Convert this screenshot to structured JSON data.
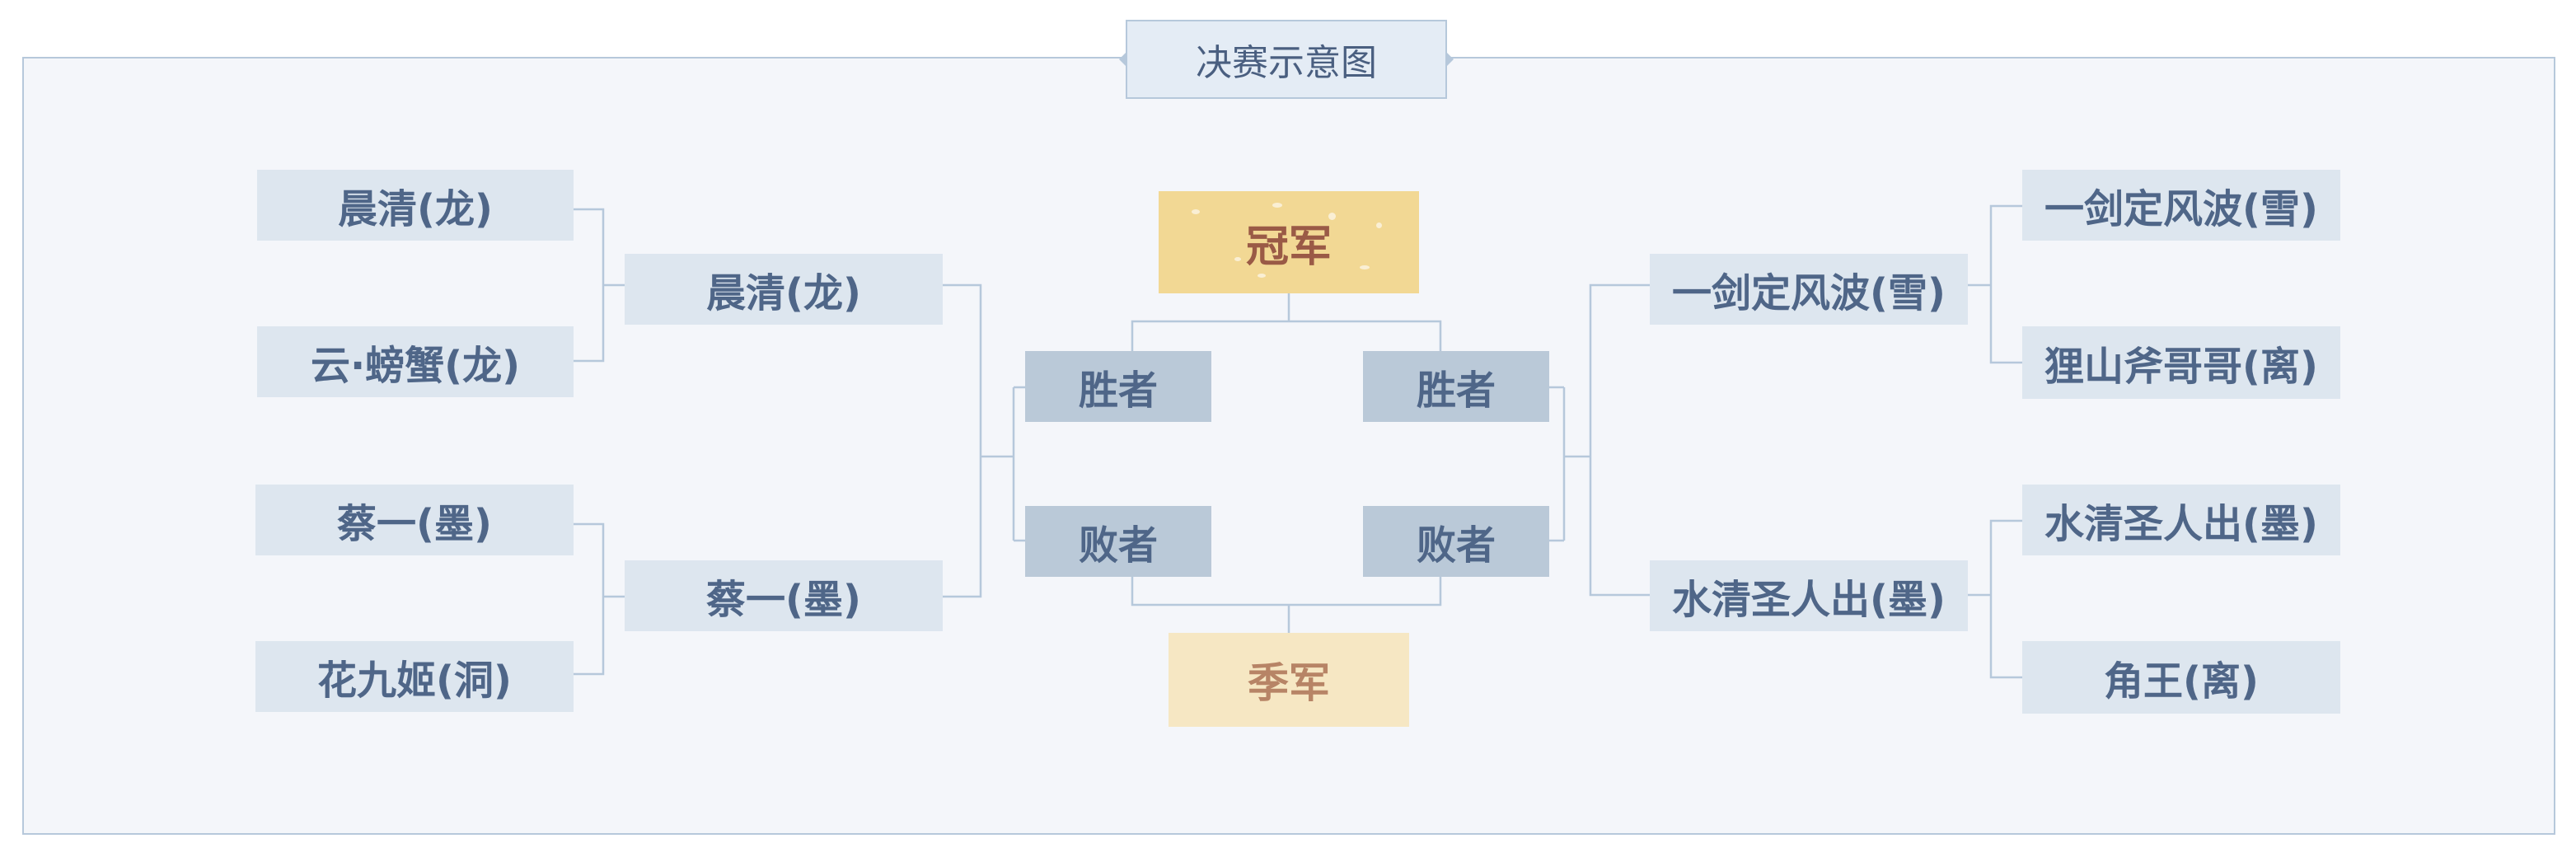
{
  "title": "决赛示意图",
  "left": {
    "round1": [
      "晨清(龙)",
      "云·螃蟹(龙)",
      "蔡一(墨)",
      "花九姬(洞)"
    ],
    "round2": [
      "晨清(龙)",
      "蔡一(墨)"
    ]
  },
  "right": {
    "round1": [
      "一剑定风波(雪)",
      "狸山斧哥哥(离)",
      "水清圣人出(墨)",
      "角王(离)"
    ],
    "round2": [
      "一剑定风波(雪)",
      "水清圣人出(墨)"
    ]
  },
  "center": {
    "champion": "冠军",
    "third_place": "季军",
    "left_winner": "胜者",
    "left_loser": "败者",
    "right_winner": "胜者",
    "right_loser": "败者"
  },
  "colors": {
    "frame": "#b6c8db",
    "connector": "#b6c8db",
    "panel": "#f4f6fa",
    "player_box": "#dde6ef",
    "mid_box": "#bac9d8",
    "text": "#4f6688",
    "champion": "#f2d894",
    "third_place": "#f6e7c3"
  }
}
